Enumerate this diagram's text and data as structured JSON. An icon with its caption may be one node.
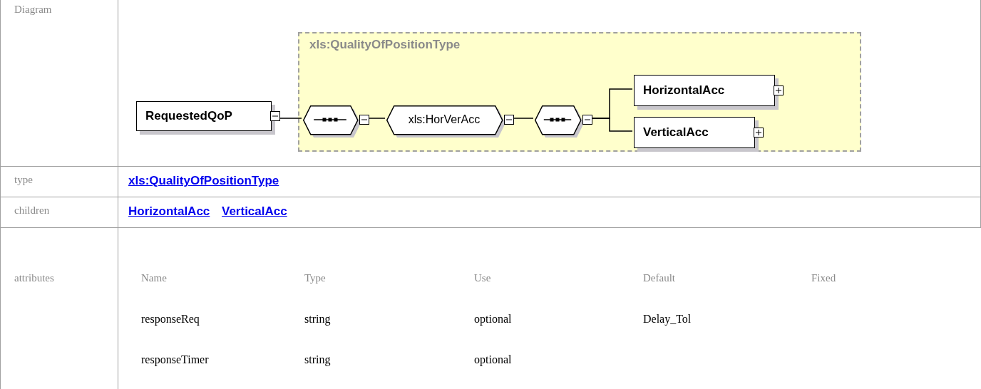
{
  "diagram": {
    "nodes": [
      {
        "text": [
          "RequestedQoP"
        ]
      },
      {
        "text": [
          "xls:QualityOfPositionType"
        ]
      },
      {
        "text": [],
        "shape": "octagon",
        "in": 1
      },
      {
        "text": [
          "xls:HorVerAcc"
        ],
        "in": 1
      },
      {
        "text": [],
        "shape": "octagon",
        "in": 1
      },
      {
        "text": [
          "HorizontalAcc"
        ],
        "in": 1
      },
      {
        "text": [
          "VerticalAcc"
        ],
        "in": 1
      }
    ],
    "edges": [
      {
        "from": 0,
        "to": 2,
        "arrow": "none"
      },
      {
        "from": 2,
        "to": 3,
        "arrow": "none"
      },
      {
        "from": 3,
        "to": 4,
        "arrow": "none"
      },
      {
        "from": 4,
        "to": 5,
        "arrow": "none"
      },
      {
        "from": 4,
        "to": 6,
        "arrow": "none"
      }
    ],
    "labels": [
      "Diagram",
      "type",
      "xls:QualityOfPositionType",
      "children",
      "HorizontalAcc",
      "VerticalAcc",
      "attributes",
      "Name",
      "Type",
      "Use",
      "Default",
      "Fixed",
      "responseReq",
      "string",
      "optional",
      "Delay_Tol",
      "responseTimer",
      "string",
      "optional"
    ]
  }
}
